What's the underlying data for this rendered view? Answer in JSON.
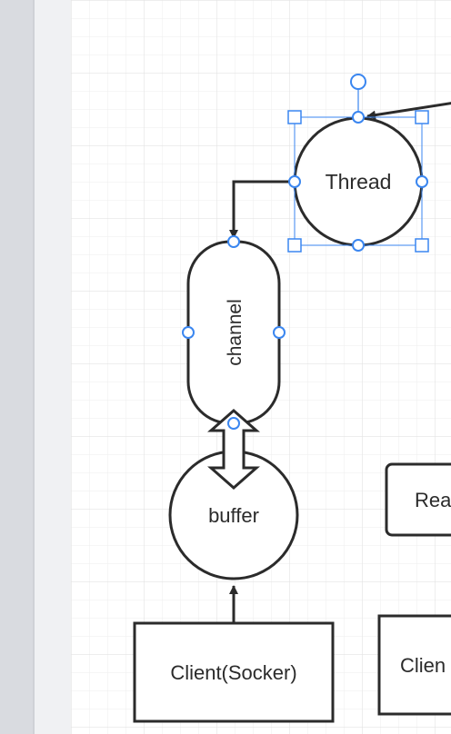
{
  "canvas": {
    "colors": {
      "sidebar": "#d9dbe0",
      "gutter": "#f0f1f3",
      "paper": "#ffffff",
      "grid_minor": "#eeeeee",
      "grid_major": "#e3e3e3",
      "stroke": "#2b2b2b",
      "selection": "#3a86f0"
    }
  },
  "nodes": {
    "thread": {
      "label": "Thread",
      "shape": "circle",
      "selected": true
    },
    "channel": {
      "label": "channel",
      "shape": "rounded-rectangle",
      "label_rotation": "vertical"
    },
    "buffer": {
      "label": "buffer",
      "shape": "circle"
    },
    "client_socket": {
      "label": "Client(Socker)",
      "shape": "rectangle"
    },
    "reader_partial": {
      "label": "Rea",
      "shape": "rectangle"
    },
    "client_partial": {
      "label": "Clien",
      "shape": "rectangle"
    }
  },
  "edges": [
    {
      "from": "offscreen-right",
      "to": "thread",
      "style": "arrow"
    },
    {
      "from": "thread",
      "to": "channel",
      "style": "arrow"
    },
    {
      "from": "channel",
      "to": "buffer",
      "style": "double-arrow-hollow"
    },
    {
      "from": "client_socket",
      "to": "buffer",
      "style": "arrow"
    }
  ]
}
